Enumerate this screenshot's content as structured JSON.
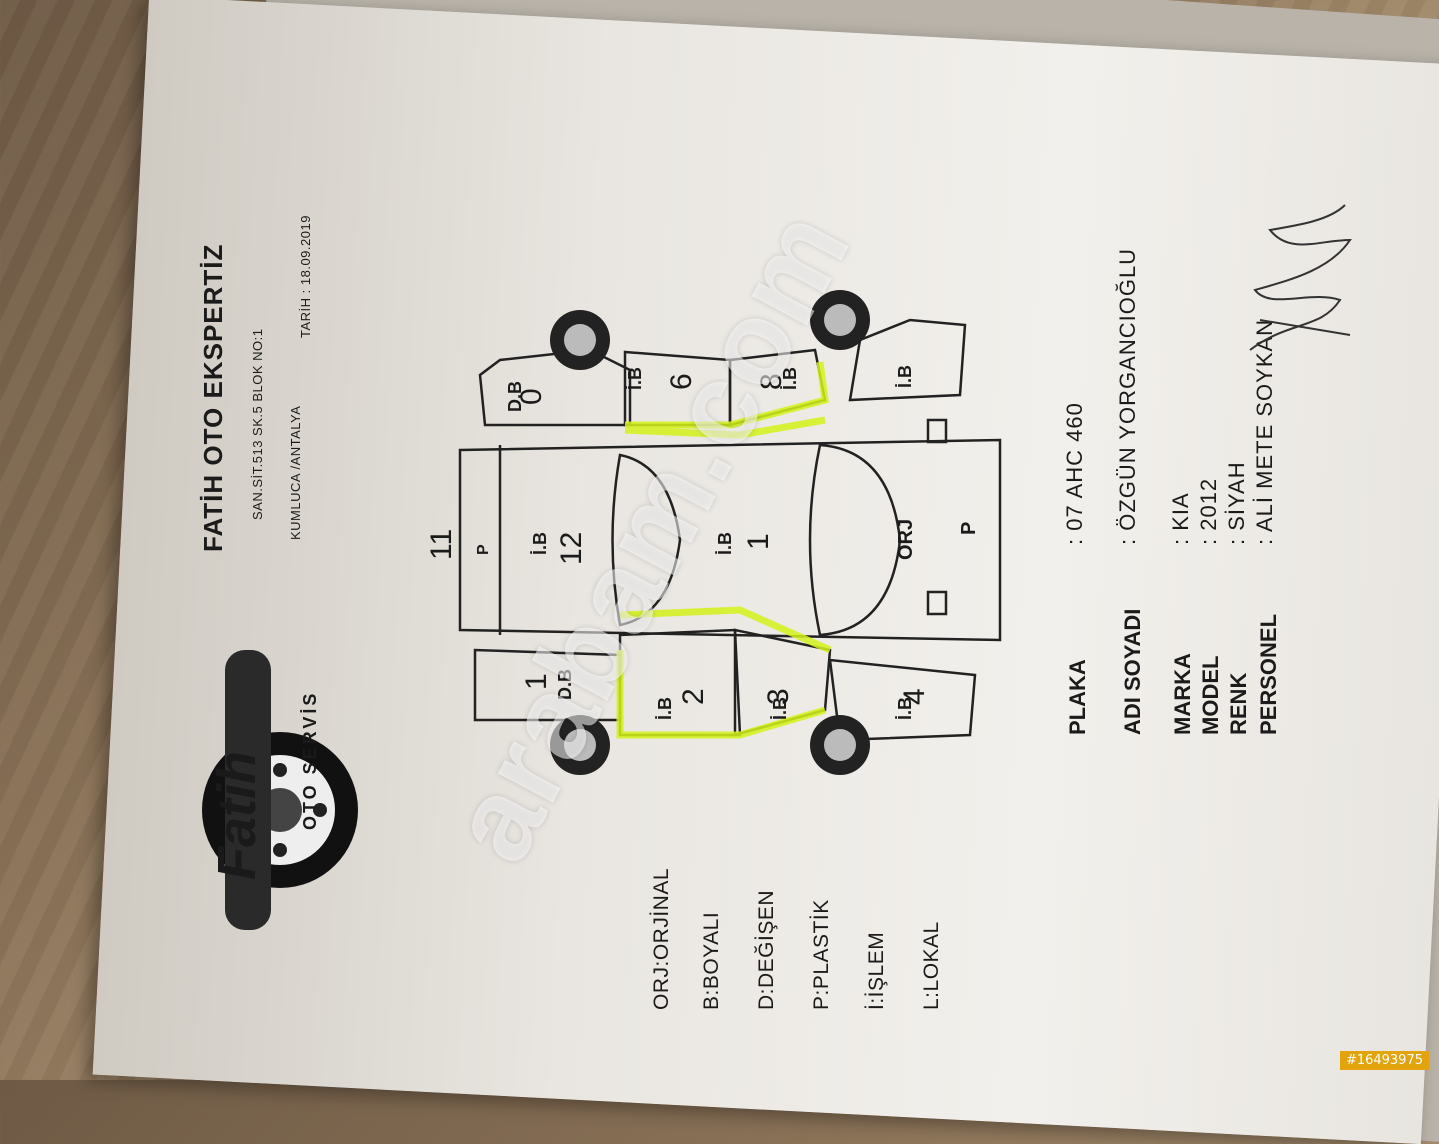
{
  "header": {
    "title": "FATİH OTO EKSPERTİZ",
    "address": "SAN.SİT.513 SK.5 BLOK NO:1",
    "location": "KUMLUCA /ANTALYA",
    "date": "TARİH : 18.09.2019"
  },
  "logo": {
    "name": "fatih-oto-servis-logo",
    "wordmark": "Fatih",
    "ring_text": "OTO SERVİS"
  },
  "legend": [
    "ORJ:ORJİNAL",
    "B:BOYALI",
    "D:DEĞİŞEN",
    "P:PLASTİK",
    "İ:İŞLEM",
    "L:LOKAL"
  ],
  "info": {
    "labels": [
      "PLAKA",
      "ADI SOYADI",
      "MARKA",
      "MODEL",
      "RENK",
      "PERSONEL"
    ],
    "values": [
      ": 07 AHC 460",
      ": ÖZGÜN YORGANCIOĞLU",
      ": KIA",
      ": 2012",
      ": SİYAH",
      ": ALİ METE SOYKAN"
    ]
  },
  "diagram_marks": {
    "p0": "0",
    "p0_note": "D.B",
    "p1": "1",
    "p1_note": "D.B",
    "p2": "2",
    "p2_note": "İ.B",
    "p3": "3",
    "p3_note": "İ.B",
    "p4": "4",
    "p4_note": "İ.B",
    "p5_note": "İ.B",
    "p6": "6",
    "p6_note": "İ.B",
    "p8": "8",
    "p8_note": "İ.B",
    "p11": "11",
    "p12": "12",
    "p12_note": "İ.B",
    "roof": "1",
    "roof_note": "İ.B",
    "orj": "ORJ",
    "plastic_front": "P",
    "plastic_rear": "P"
  },
  "highlight_color": "#d4f21a",
  "watermark": "arabam.com",
  "listing_id": "#16493975"
}
